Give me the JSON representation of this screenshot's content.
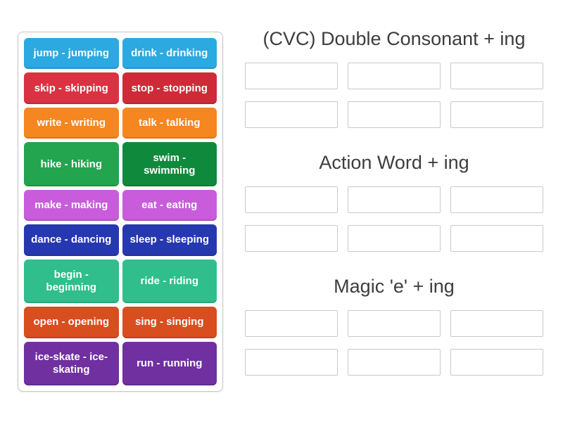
{
  "tiles": [
    {
      "label": "jump - jumping",
      "color": "#2BA9E0"
    },
    {
      "label": "drink - drinking",
      "color": "#2BA9E0"
    },
    {
      "label": "skip - skipping",
      "color": "#D93243"
    },
    {
      "label": "stop - stopping",
      "color": "#CE2B38"
    },
    {
      "label": "write - writing",
      "color": "#F6861F"
    },
    {
      "label": "talk - talking",
      "color": "#F6861F"
    },
    {
      "label": "hike - hiking",
      "color": "#23A44E"
    },
    {
      "label": "swim - swimming",
      "color": "#0F8A3C"
    },
    {
      "label": "make - making",
      "color": "#C85CDB"
    },
    {
      "label": "eat - eating",
      "color": "#C85CDB"
    },
    {
      "label": "dance - dancing",
      "color": "#2638B0"
    },
    {
      "label": "sleep - sleeping",
      "color": "#2638B0"
    },
    {
      "label": "begin - beginning",
      "color": "#2FBE8C"
    },
    {
      "label": "ride - riding",
      "color": "#2FBE8C"
    },
    {
      "label": "open - opening",
      "color": "#D84E1E"
    },
    {
      "label": "sing - singing",
      "color": "#D84E1E"
    },
    {
      "label": "ice-skate -\nice-skating",
      "color": "#7030A0"
    },
    {
      "label": "run - running",
      "color": "#7030A0"
    }
  ],
  "groups": [
    {
      "title": "(CVC) Double Consonant + ing",
      "slots": 6
    },
    {
      "title": "Action Word + ing",
      "slots": 6
    },
    {
      "title": "Magic 'e' + ing",
      "slots": 6
    }
  ]
}
